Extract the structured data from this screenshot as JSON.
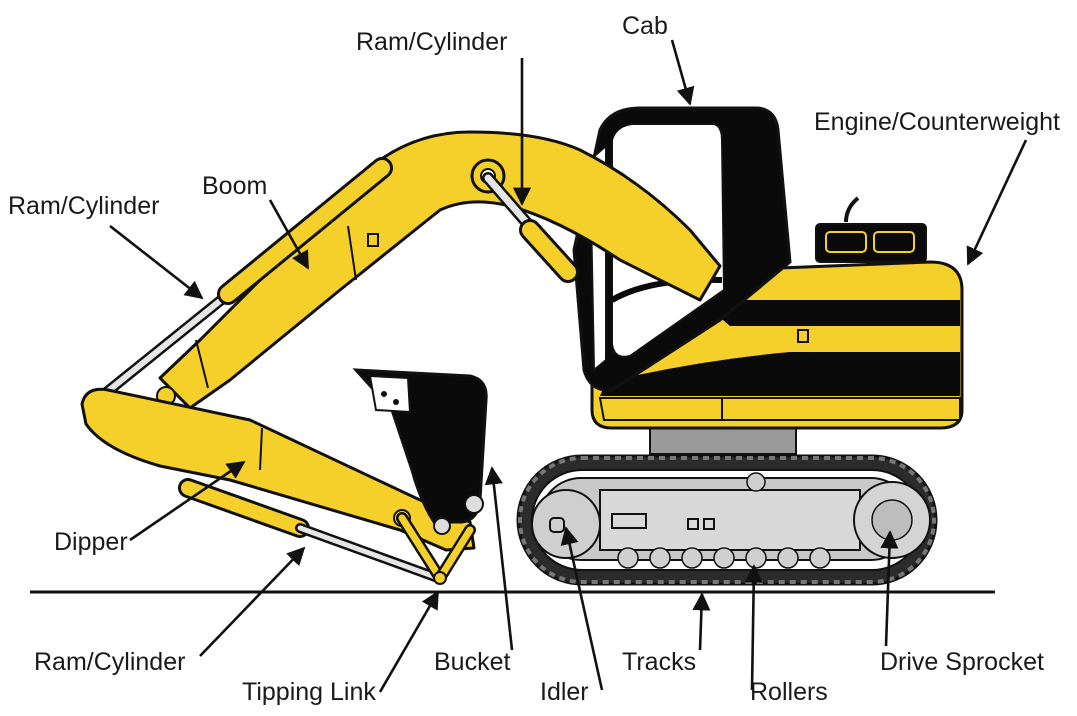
{
  "colors": {
    "machine_yellow": "#F5D02A",
    "machine_black": "#0a0a0a",
    "steel_grey": "#bdbdbd",
    "rod_silver": "#e6e6e6"
  },
  "labels": {
    "cab": "Cab",
    "ram_cylinder_top": "Ram/Cylinder",
    "engine_counterweight": "Engine/Counterweight",
    "ram_cylinder_left": "Ram/Cylinder",
    "boom": "Boom",
    "dipper": "Dipper",
    "ram_cylinder_bottom": "Ram/Cylinder",
    "tipping_link": "Tipping Link",
    "bucket": "Bucket",
    "idler": "Idler",
    "tracks": "Tracks",
    "rollers": "Rollers",
    "drive_sprocket": "Drive Sprocket"
  }
}
